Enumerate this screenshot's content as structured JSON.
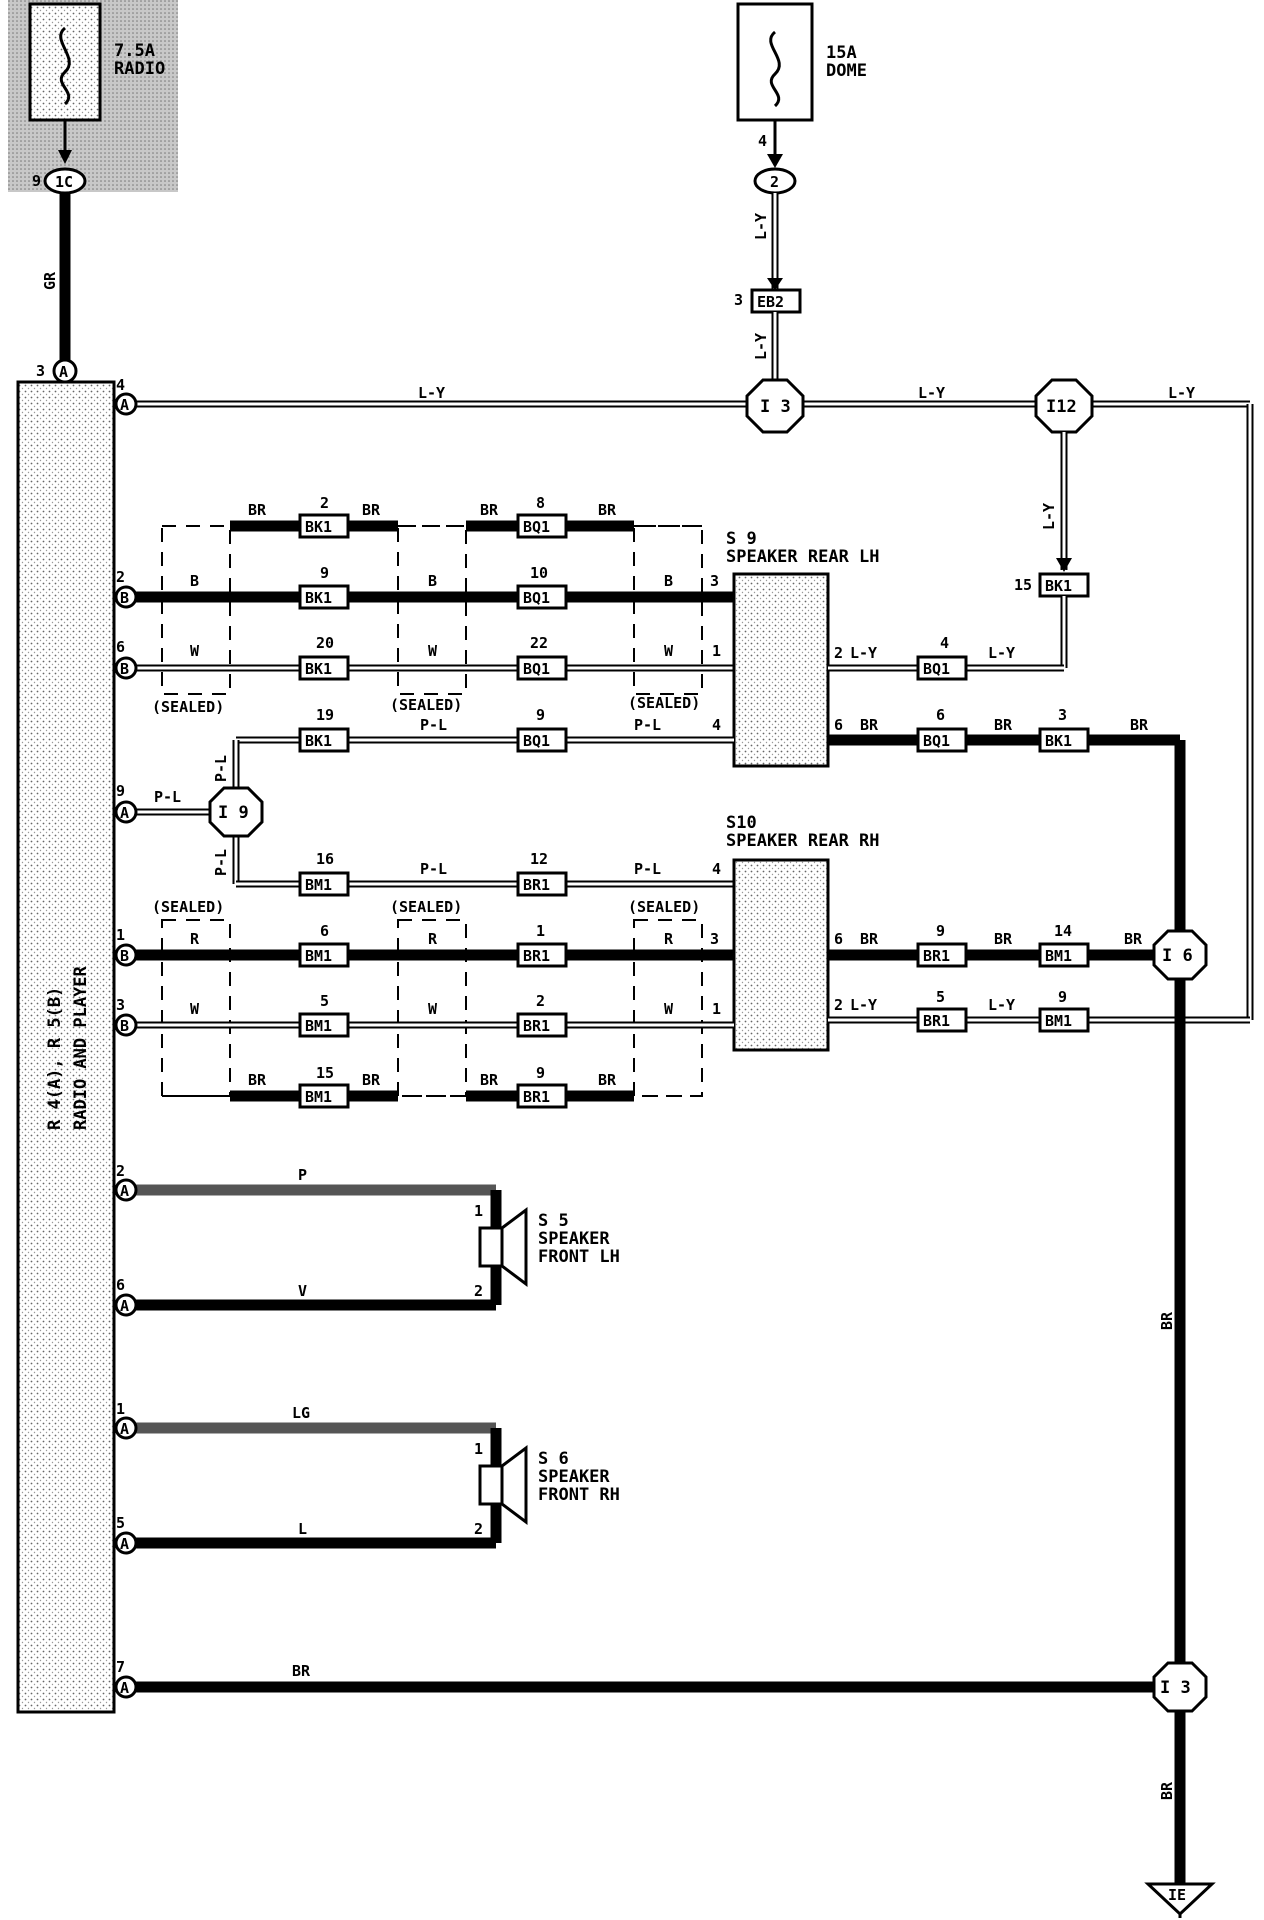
{
  "fuses": {
    "radio": {
      "line1": "7.5A",
      "line2": "RADIO"
    },
    "dome": {
      "line1": "15A",
      "line2": "DOME"
    }
  },
  "component": {
    "name": "R 4(A), R 5(B)",
    "code_a": "R 4",
    "code_b": "R 5",
    "desc": "RADIO AND PLAYER"
  },
  "speakers": {
    "s9": {
      "code": "S 9",
      "name": "SPEAKER REAR LH"
    },
    "s10": {
      "code": "S10",
      "name": "SPEAKER REAR RH"
    },
    "s5": {
      "code": "S 5",
      "name1": "SPEAKER",
      "name2": "FRONT LH"
    },
    "s6": {
      "code": "S 6",
      "name1": "SPEAKER",
      "name2": "FRONT RH"
    }
  },
  "junctions": {
    "i3_top": "I 3",
    "i12": "I12",
    "i9": "I 9",
    "i6": "I 6",
    "i3_bottom": "I 3",
    "c2": "2",
    "c1c": "1C"
  },
  "connectors": {
    "eb2": "EB2",
    "bk1": "BK1",
    "bq1": "BQ1",
    "bm1": "BM1",
    "br1": "BR1"
  },
  "wire_colors": {
    "gr": "GR",
    "ly": "L-Y",
    "br": "BR",
    "b": "B",
    "w": "W",
    "pl": "P-L",
    "r": "R",
    "p": "P",
    "v": "V",
    "lg": "LG",
    "l": "L"
  },
  "sealed": "(SEALED)",
  "ground": "IE",
  "pins": {
    "p9": "9",
    "p4": "4",
    "p3": "3",
    "p2": "2",
    "p6": "6",
    "p1": "1",
    "p5": "5",
    "p7": "7",
    "p20": "20",
    "p22": "22",
    "p10": "10",
    "p8": "8",
    "p19": "19",
    "p16": "16",
    "p12": "12",
    "p15": "15",
    "p14": "14"
  },
  "letters": {
    "a": "A",
    "b": "B"
  }
}
